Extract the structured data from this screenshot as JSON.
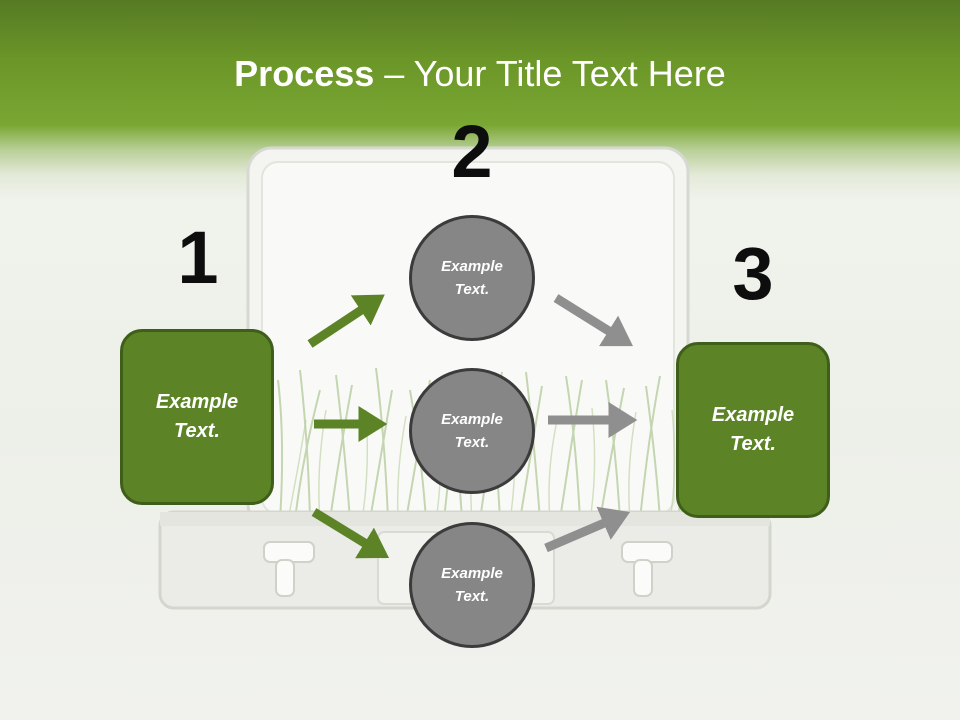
{
  "title": {
    "bold": "Process",
    "rest": " – Your Title Text Here"
  },
  "steps": [
    {
      "number": "1",
      "label": "Example Text."
    },
    {
      "number": "2",
      "label": "Example Text."
    },
    {
      "number": "3",
      "label": "Example Text."
    }
  ],
  "middle_circles": [
    {
      "label": "Example Text."
    },
    {
      "label": "Example Text."
    },
    {
      "label": "Example Text."
    }
  ],
  "colors": {
    "header_green": "#6b9628",
    "box_fill": "#5c8427",
    "box_border": "#3f5e1a",
    "circle_fill": "#868686",
    "circle_border": "#3b3b3b",
    "arrow_green": "#5c8427",
    "arrow_gray": "#8f8f8f"
  }
}
